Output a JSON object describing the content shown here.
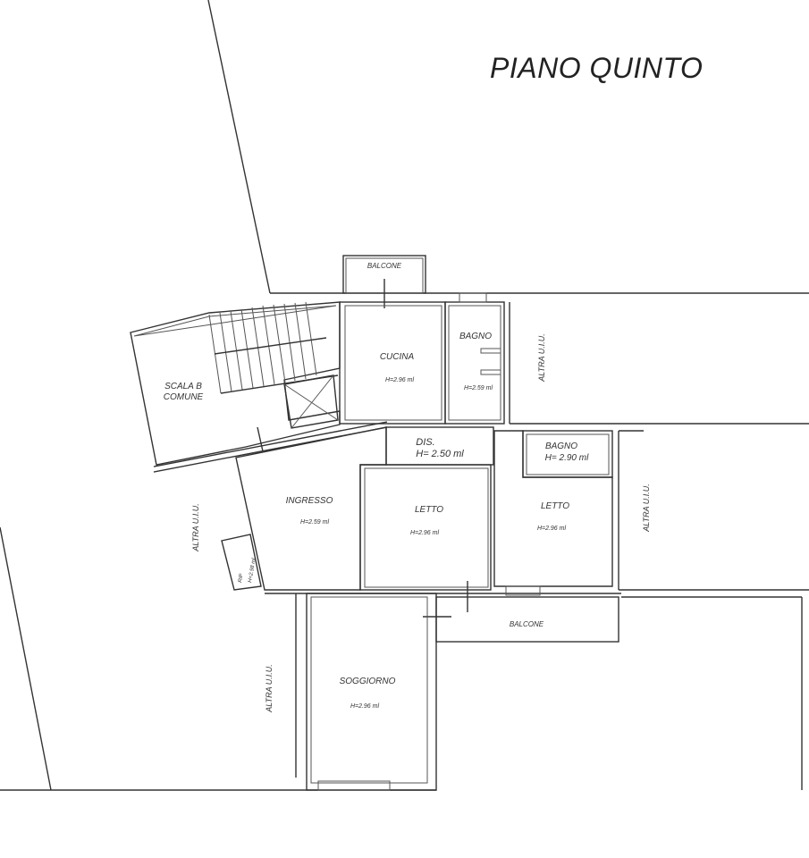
{
  "title": "PIANO QUINTO",
  "rooms": {
    "balcone_top": {
      "name": "BALCONE"
    },
    "scala": {
      "name_line1": "SCALA B",
      "name_line2": "COMUNE"
    },
    "cucina": {
      "name": "CUCINA",
      "height": "H=2.96 ml"
    },
    "bagno1": {
      "name": "BAGNO",
      "height": "H=2.59 ml"
    },
    "dis": {
      "name": "DIS.",
      "height": "H= 2.50 ml"
    },
    "bagno2": {
      "name": "BAGNO",
      "height": "H= 2.90 ml"
    },
    "ingresso": {
      "name": "INGRESSO",
      "height": "H=2.59 ml"
    },
    "letto1": {
      "name": "LETTO",
      "height": "H=2.96 ml"
    },
    "letto2": {
      "name": "LETTO",
      "height": "H=2.96 ml"
    },
    "rip": {
      "name": "RIP",
      "height": "H=2.98 ml"
    },
    "balcone_bottom": {
      "name": "BALCONE"
    },
    "soggiorno": {
      "name": "SOGGIORNO",
      "height": "H=2.96 ml"
    }
  },
  "neighbours": [
    "ALTRA U.I.U.",
    "ALTRA U.I.U.",
    "ALTRA U.I.U.",
    "ALTRA U.I.U."
  ]
}
